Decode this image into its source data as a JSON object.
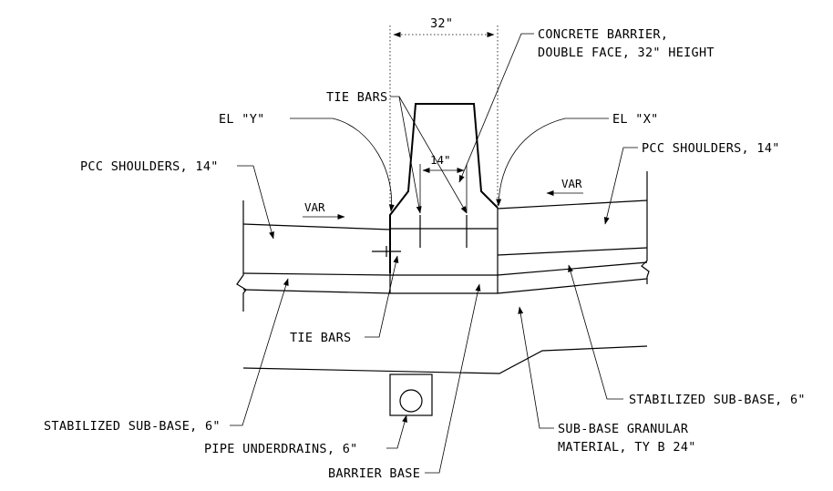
{
  "labels": {
    "barrier_width": "32\"",
    "barrier_line1": "CONCRETE BARRIER,",
    "barrier_line2": "DOUBLE FACE, 32\" HEIGHT",
    "tie_bars_top": "TIE BARS",
    "tie_bars_bottom": "TIE BARS",
    "el_y": "EL \"Y\"",
    "el_x": "EL \"X\"",
    "tie_spacing": "14\"",
    "pcc_left": "PCC SHOULDERS, 14\"",
    "pcc_right": "PCC SHOULDERS, 14\"",
    "var_left": "VAR",
    "var_right": "VAR",
    "stab_left": "STABILIZED SUB-BASE, 6\"",
    "stab_right": "STABILIZED SUB-BASE, 6\"",
    "granular_line1": "SUB-BASE GRANULAR",
    "granular_line2": "MATERIAL, TY B 24\"",
    "pipe": "PIPE UNDERDRAINS, 6\"",
    "barrier_base": "BARRIER BASE"
  }
}
